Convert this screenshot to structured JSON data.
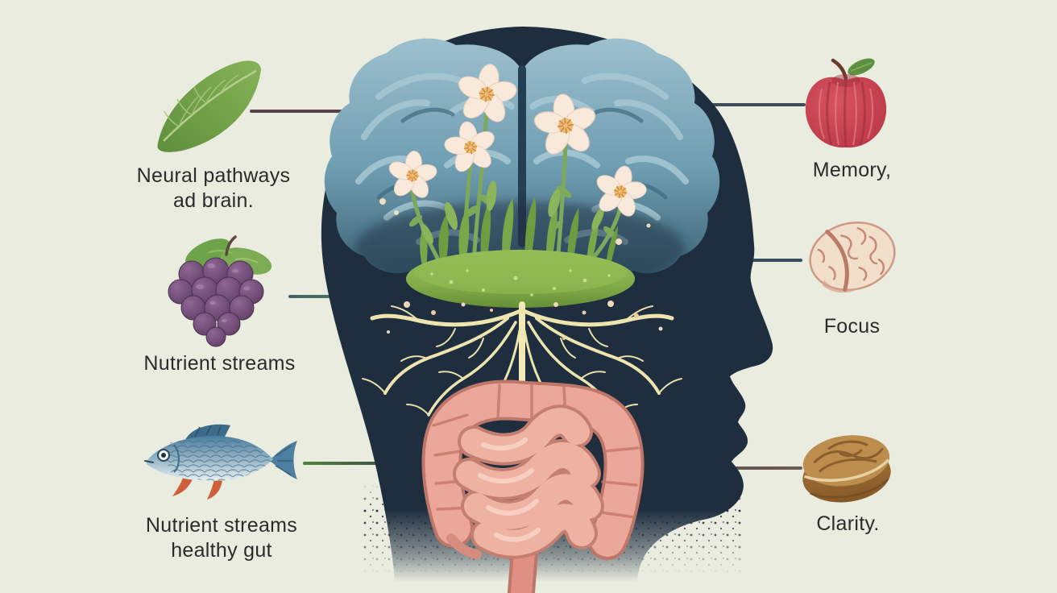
{
  "palette": {
    "background": "#e9ecdf",
    "head": "#1e2e3f",
    "brain": "#7ba6ba",
    "garden": "#85ae4a",
    "roots": "#efe5b0",
    "gut": "#eba89a",
    "text": "#2c2b29"
  },
  "illustration": {
    "subject": "head-profile-with-brain-garden-roots-and-gut",
    "brain_flowers_count": 5
  },
  "left_items": [
    {
      "icon": "leaf-icon",
      "line1": "Neural pathways",
      "line2": "ad brain."
    },
    {
      "icon": "grapes-icon",
      "line1": "Nutrient streams",
      "line2": ""
    },
    {
      "icon": "fish-icon",
      "line1": "Nutrient streams",
      "line2": "healthy gut"
    }
  ],
  "right_items": [
    {
      "icon": "apple-icon",
      "label": "Memory,"
    },
    {
      "icon": "walnut-kernel-icon",
      "label": "Focus"
    },
    {
      "icon": "walnut-shell-icon",
      "label": "Clarity."
    }
  ]
}
